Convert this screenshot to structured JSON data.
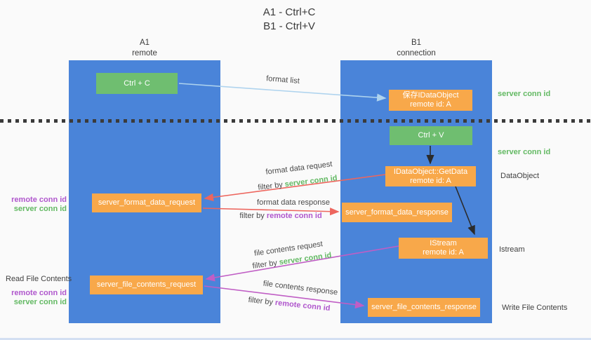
{
  "title": {
    "line1": "A1 - Ctrl+C",
    "line2": "B1 - Ctrl+V"
  },
  "columns": {
    "left": {
      "id": "A1",
      "subtitle": "remote"
    },
    "right": {
      "id": "B1",
      "subtitle": "connection"
    }
  },
  "colors": {
    "column_blue": "#4a84d9",
    "box_green": "#6fbe70",
    "box_orange": "#f8a84a",
    "arrow_red": "#ed665e",
    "arrow_magenta": "#c05ec5",
    "arrow_lightblue": "#aed3ee",
    "arrow_black": "#2b2b2b",
    "text_green": "#63b963",
    "text_purple": "#b057cd"
  },
  "nodes": {
    "ctrl_c": "Ctrl + C",
    "save_idataobject": {
      "line1": "保存IDataObject",
      "line2": "remote id: A"
    },
    "ctrl_v": "Ctrl + V",
    "idataobject_getdata": {
      "line1": "IDataObject::GetData",
      "line2": "remote id: A"
    },
    "server_format_data_request": "server_format_data_request",
    "server_format_data_response": "server_format_data_response",
    "istream": {
      "line1": "IStream",
      "line2": "remote id: A"
    },
    "server_file_contents_request": "server_file_contents_request",
    "server_file_contents_response": "server_file_contents_response"
  },
  "arrow_labels": {
    "format_list": "format list",
    "format_data_request": "format data request",
    "filter_server_1": {
      "prefix": "filter by ",
      "value": "server conn id"
    },
    "format_data_response": "format data response",
    "filter_remote_1": {
      "prefix": "filter by ",
      "value": "remote conn id"
    },
    "file_contents_request": "file contents request",
    "filter_server_2": {
      "prefix": "filter by ",
      "value": "server conn id"
    },
    "file_contents_response": "file contents response",
    "filter_remote_2": {
      "prefix": "filter by ",
      "value": "remote conn id"
    }
  },
  "side_labels": {
    "right_server_conn_top": "server conn id",
    "right_server_conn_mid": "server conn id",
    "dataobject": "DataObject",
    "istream": "Istream",
    "write_file_contents": "Write File Contents",
    "left_remote_conn_1": "remote conn id",
    "left_server_conn_1": "server conn id",
    "read_file_contents": "Read File Contents",
    "left_remote_conn_2": "remote conn id",
    "left_server_conn_2": "server conn id"
  }
}
